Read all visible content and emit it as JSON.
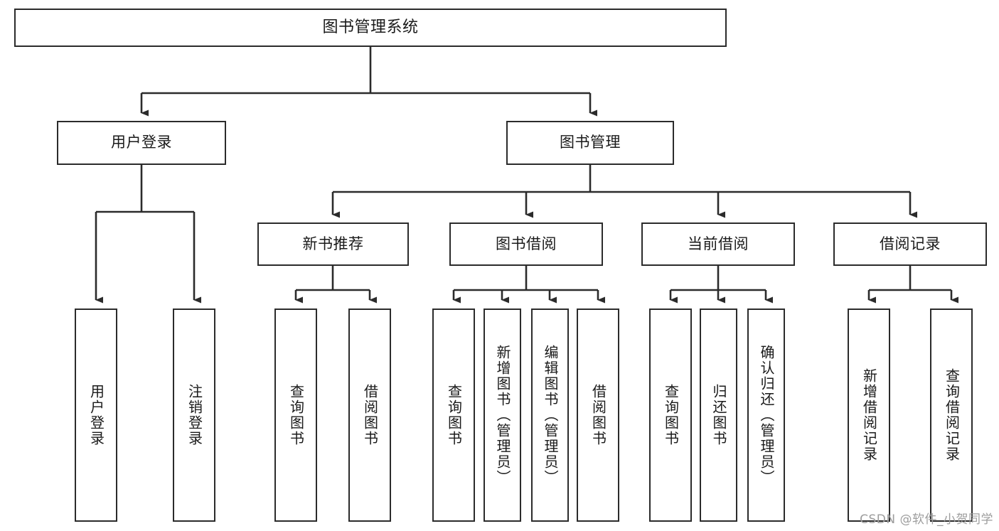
{
  "diagram": {
    "title": "图书管理系统",
    "watermark": "CSDN @软件_小贺同学",
    "line_color": "#2b2b2b",
    "box_fill": "#ffffff",
    "text_color": "#1a1a1a",
    "watermark_color": "#9d9d9d"
  },
  "nodes": {
    "root": {
      "label": "图书管理系统"
    },
    "level2": [
      {
        "label": "用户登录"
      },
      {
        "label": "图书管理"
      }
    ],
    "level3": [
      {
        "label": "新书推荐"
      },
      {
        "label": "图书借阅"
      },
      {
        "label": "当前借阅"
      },
      {
        "label": "借阅记录"
      }
    ],
    "leaves": {
      "user_login": [
        {
          "label": "用户登录"
        },
        {
          "label": "注销登录"
        }
      ],
      "new_book_recommend": [
        {
          "label": "查询图书"
        },
        {
          "label": "借阅图书"
        }
      ],
      "book_borrow": [
        {
          "label": "查询图书"
        },
        {
          "label": "新增图书（管理员）"
        },
        {
          "label": "编辑图书（管理员）"
        },
        {
          "label": "借阅图书"
        }
      ],
      "current_borrow": [
        {
          "label": "查询图书"
        },
        {
          "label": "归还图书"
        },
        {
          "label": "确认归还（管理员）"
        }
      ],
      "borrow_records": [
        {
          "label": "新增借阅记录"
        },
        {
          "label": "查询借阅记录"
        }
      ]
    }
  }
}
